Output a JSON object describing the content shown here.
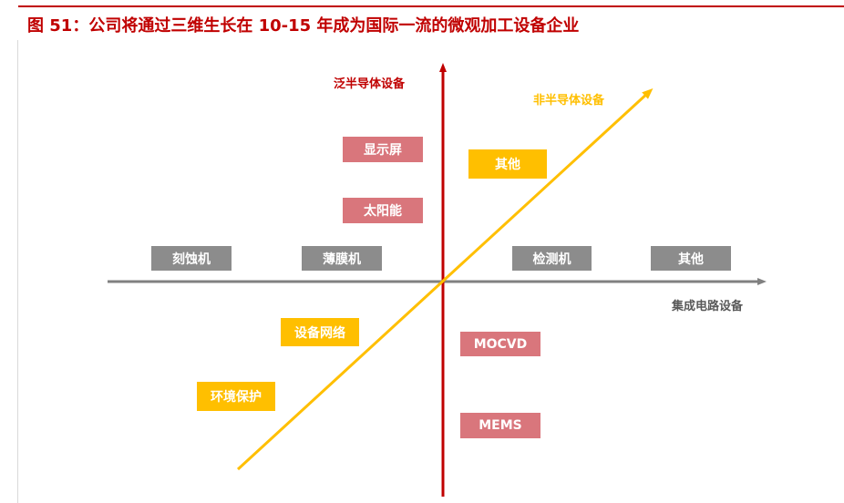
{
  "title": "图 51：公司将通过三维生长在 10-15 年成为国际一流的微观加工设备企业",
  "axes": {
    "vertical_label": "泛半导体设备",
    "horizontal_label": "集成电路设备",
    "diagonal_label": "非半导体设备"
  },
  "colors": {
    "title": "#c00000",
    "vertical_axis": "#c00000",
    "horizontal_axis": "#808080",
    "diagonal_axis": "#ffbf00",
    "gray_box": "#8c8c8c",
    "rose_box": "#d9767c",
    "amber_box": "#ffbf00"
  },
  "boxes": {
    "etcher": "刻蚀机",
    "thin_film": "薄膜机",
    "inspection": "检测机",
    "ic_other": "其他",
    "display": "显示屏",
    "solar": "太阳能",
    "mocvd": "MOCVD",
    "mems": "MEMS",
    "non_semi_other": "其他",
    "equipment_network": "设备网络",
    "environment": "环境保护"
  }
}
